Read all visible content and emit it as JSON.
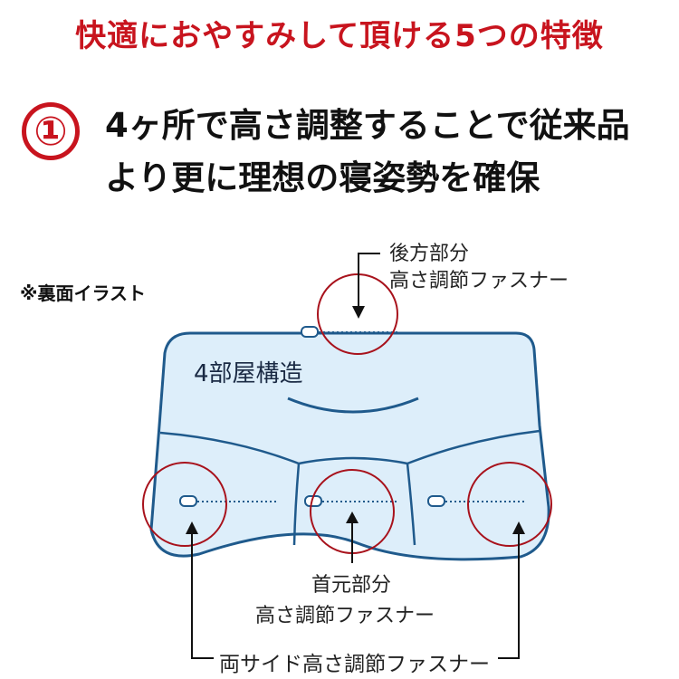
{
  "header": {
    "title": "快適におやすみして頂ける5つの特徴"
  },
  "feature": {
    "number": "①",
    "line1": "4ヶ所で高さ調整することで従来品",
    "line2": "より更に理想の寝姿勢を確保"
  },
  "illustration": {
    "note": "※裏面イラスト",
    "room_label": "4部屋構造",
    "rear": {
      "line1": "後方部分",
      "line2": "高さ調節ファスナー"
    },
    "neck": {
      "line1": "首元部分",
      "line2": "高さ調節ファスナー"
    },
    "sides": {
      "label": "両サイド高さ調節ファスナー"
    },
    "colors": {
      "accent": "#c8141e",
      "pillow_fill": "#ddeefa",
      "pillow_outline": "#1f5a8c"
    }
  }
}
